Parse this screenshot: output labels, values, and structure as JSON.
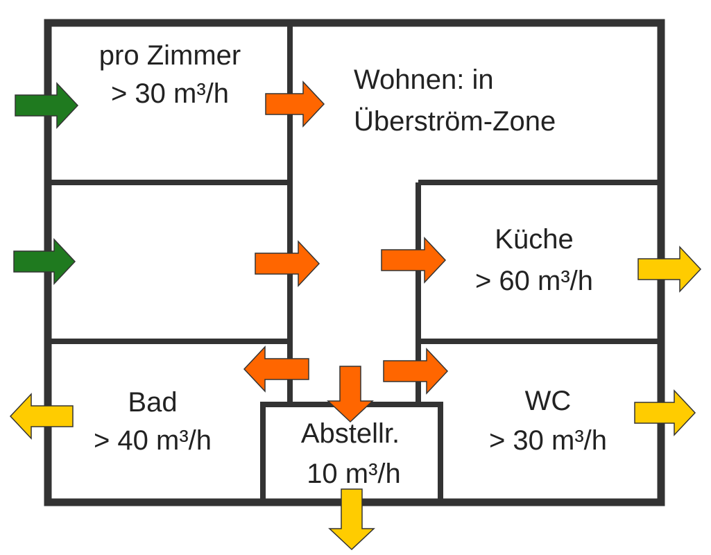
{
  "colors": {
    "wall": "#333333",
    "supply": "#1f7a1f",
    "transfer": "#ff6600",
    "exhaust": "#ffcc00"
  },
  "rooms": {
    "zimmer": {
      "name": "pro Zimmer",
      "flow": "> 30 m³/h"
    },
    "wohnen": {
      "name": "Wohnen: in",
      "flow": "Überström-Zone"
    },
    "kueche": {
      "name": "Küche",
      "flow": "> 60 m³/h"
    },
    "bad": {
      "name": "Bad",
      "flow": "> 40 m³/h"
    },
    "wc": {
      "name": "WC",
      "flow": "> 30 m³/h"
    },
    "abstellraum": {
      "name": "Abstellr.",
      "flow": "10 m³/h"
    }
  }
}
